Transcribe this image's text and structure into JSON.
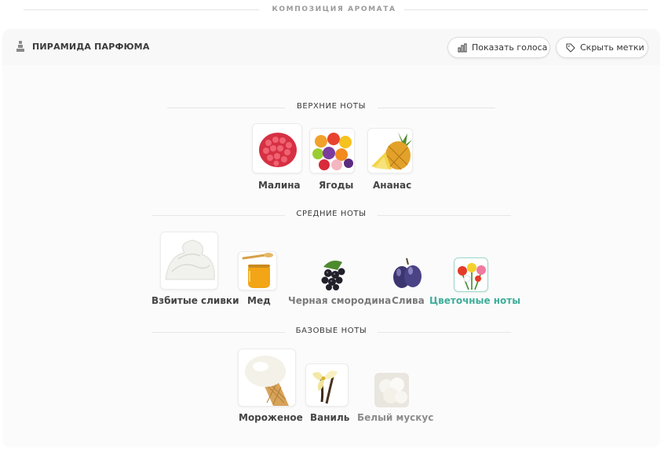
{
  "section": {
    "title": "КОМПОЗИЦИЯ АРОМАТА"
  },
  "header": {
    "title": "ПИРАМИДА ПАРФЮМА",
    "show_votes_label": "Показать голоса",
    "hide_tags_label": "Скрыть метки"
  },
  "tiers": {
    "top": {
      "title": "ВЕРХНИЕ НОТЫ",
      "notes": [
        {
          "label": "Малина",
          "icon": "raspberry-icon"
        },
        {
          "label": "Ягоды",
          "icon": "berries-icon"
        },
        {
          "label": "Ананас",
          "icon": "pineapple-icon"
        }
      ]
    },
    "middle": {
      "title": "СРЕДНИЕ НОТЫ",
      "notes": [
        {
          "label": "Взбитые сливки",
          "icon": "whipped-cream-icon"
        },
        {
          "label": "Мед",
          "icon": "honey-icon"
        },
        {
          "label": "Черная смородина",
          "icon": "blackcurrant-icon"
        },
        {
          "label": "Слива",
          "icon": "plum-icon"
        },
        {
          "label": "Цветочные ноты",
          "icon": "flowers-icon"
        }
      ]
    },
    "base": {
      "title": "БАЗОВЫЕ НОТЫ",
      "notes": [
        {
          "label": "Мороженое",
          "icon": "ice-cream-icon"
        },
        {
          "label": "Ваниль",
          "icon": "vanilla-icon"
        },
        {
          "label": "Белый мускус",
          "icon": "white-musk-icon"
        }
      ]
    }
  },
  "colors": {
    "accent": "#3fae9a",
    "card_bg": "#f8f8f8"
  }
}
